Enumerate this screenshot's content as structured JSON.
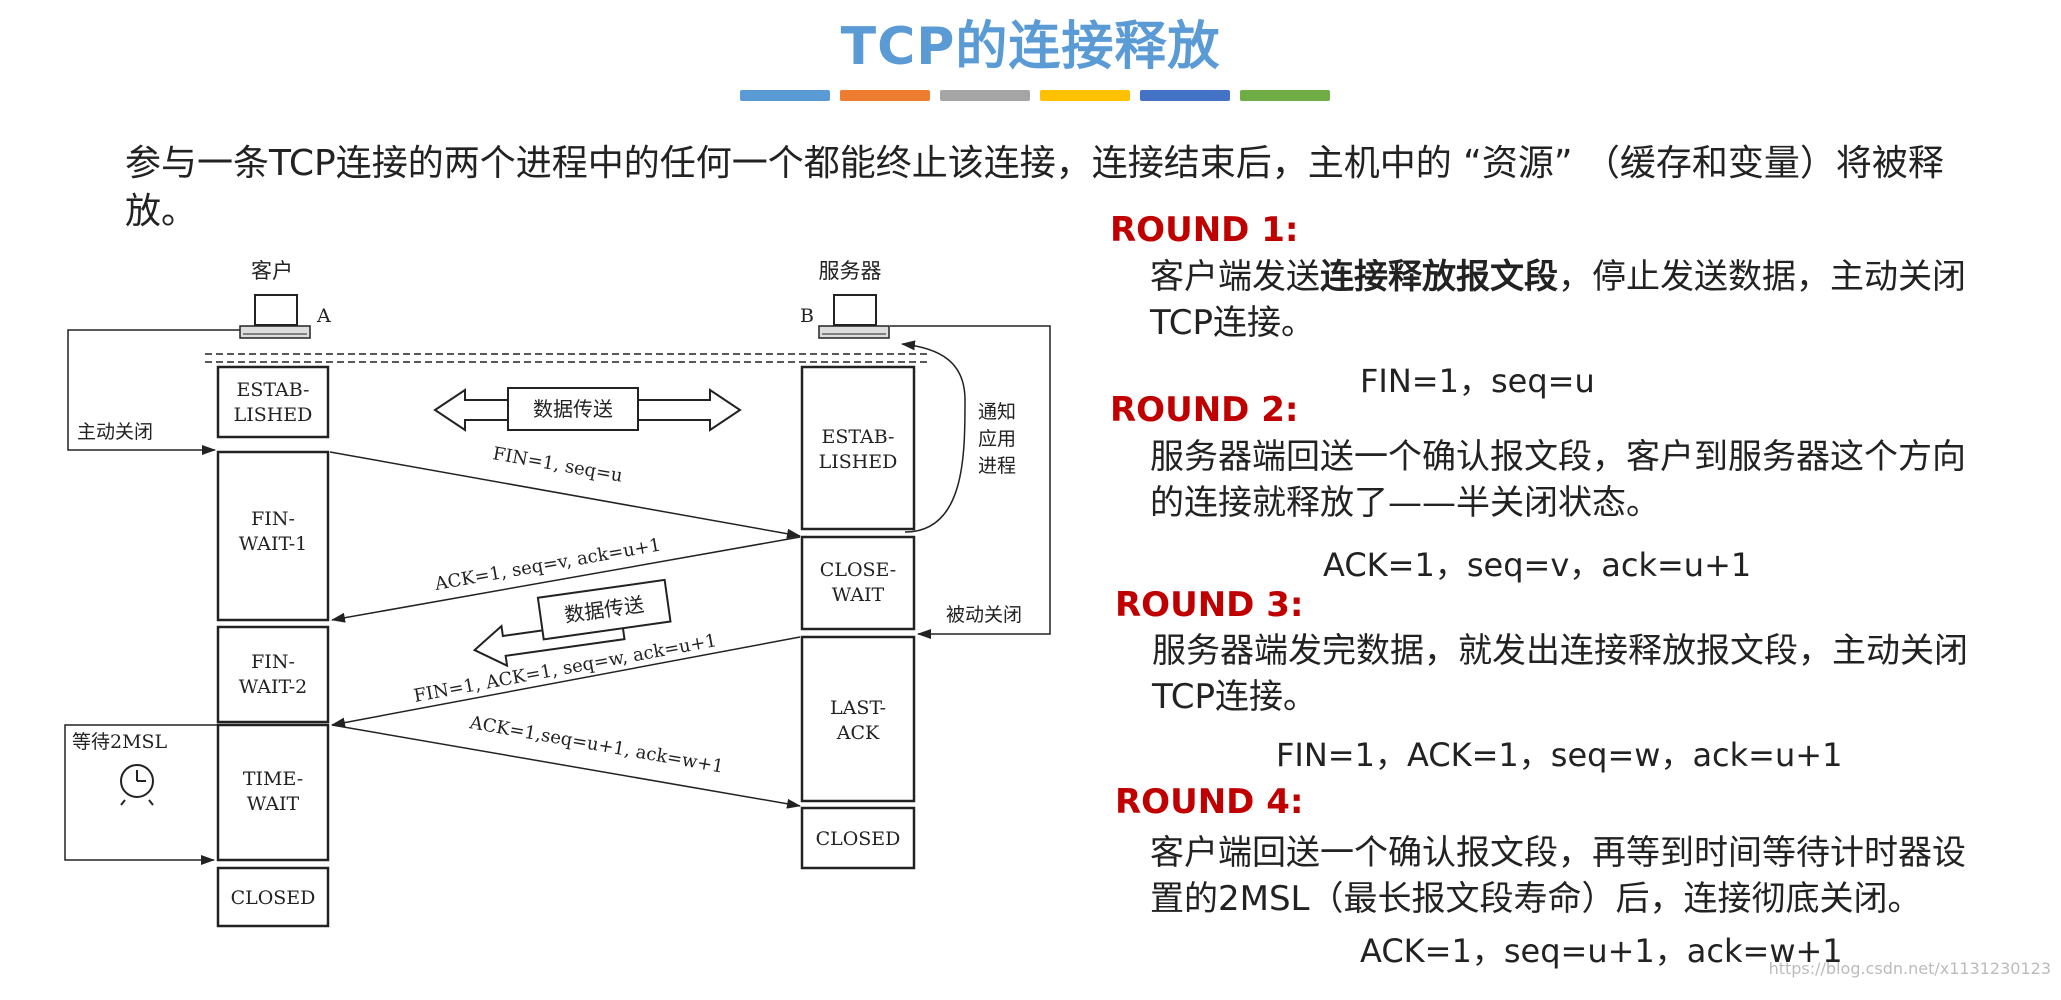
{
  "title": "TCP的连接释放",
  "title_bar_colors": [
    "#5b9bd5",
    "#ed7d31",
    "#a5a5a5",
    "#ffc000",
    "#4472c4",
    "#70ad47"
  ],
  "intro": "参与一条TCP连接的两个进程中的任何一个都能终止该连接，连接结束后，主机中的 “资源” （缓存和变量）将被释放。",
  "diagram": {
    "client_label": "客户",
    "client_letter": "A",
    "server_label": "服务器",
    "server_letter": "B",
    "active_close": "主动关闭",
    "notify_app": [
      "通知",
      "应用",
      "进程"
    ],
    "passive_close": "被动关闭",
    "wait_2msl": "等待2MSL",
    "data_transfer_1": "数据传送",
    "data_transfer_2": "数据传送",
    "client_states": [
      [
        "ESTAB-",
        "LISHED"
      ],
      [
        "FIN-",
        "WAIT-1"
      ],
      [
        "FIN-",
        "WAIT-2"
      ],
      [
        "TIME-",
        "WAIT"
      ],
      [
        "CLOSED"
      ]
    ],
    "server_states": [
      [
        "ESTAB-",
        "LISHED"
      ],
      [
        "CLOSE-",
        "WAIT"
      ],
      [
        "LAST-",
        "ACK"
      ],
      [
        "CLOSED"
      ]
    ],
    "messages": [
      "FIN=1, seq=u",
      "ACK=1, seq=v, ack=u+1",
      "FIN=1, ACK=1, seq=w, ack=u+1",
      "ACK=1,seq=u+1, ack=w+1"
    ]
  },
  "rounds": [
    {
      "label": "ROUND 1:",
      "pre": "客户端发送",
      "bold": "连接释放报文段",
      "post": "，停止发送数据，主动关闭TCP连接。",
      "formula": "FIN=1，seq=u"
    },
    {
      "label": "ROUND 2:",
      "pre": "服务器端回送一个确认报文段，客户到服务器这个方向的连接就释放了——半关闭状态。",
      "bold": "",
      "post": "",
      "formula": "ACK=1，seq=v，ack=u+1"
    },
    {
      "label": "ROUND 3:",
      "pre": "服务器端发完数据，就发出连接释放报文段，主动关闭TCP连接。",
      "bold": "",
      "post": "",
      "formula": "FIN=1，ACK=1，seq=w，ack=u+1"
    },
    {
      "label": "ROUND 4:",
      "pre": "客户端回送一个确认报文段，再等到时间等待计时器设置的2MSL（最长报文段寿命）后，连接彻底关闭。",
      "bold": "",
      "post": "",
      "formula": "ACK=1，seq=u+1，ack=w+1"
    }
  ],
  "watermark": "https://blog.csdn.net/x1131230123"
}
